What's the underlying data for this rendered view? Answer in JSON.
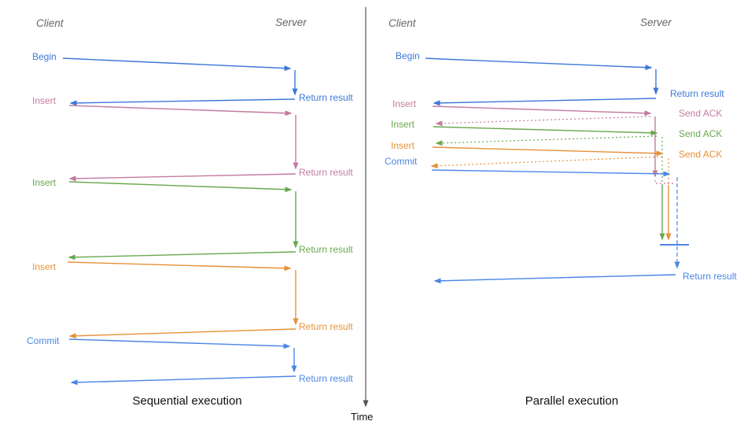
{
  "left": {
    "client": "Client",
    "server": "Server",
    "caption": "Sequential execution",
    "messages": [
      {
        "request": "Begin",
        "response": "Return result",
        "color": "#3c78d8"
      },
      {
        "request": "Insert",
        "response": "Return result",
        "color": "#c27ba0"
      },
      {
        "request": "Insert",
        "response": "Return result",
        "color": "#6aa84f"
      },
      {
        "request": "Insert",
        "response": "Return result",
        "color": "#e69138"
      },
      {
        "request": "Commit",
        "response": "Return result",
        "color": "#4a86e8"
      }
    ]
  },
  "right": {
    "client": "Client",
    "server": "Server",
    "caption": "Parallel execution",
    "messages": [
      {
        "request": "Begin",
        "response": "Return result",
        "color": "#3c78d8"
      },
      {
        "request": "Insert",
        "response": "Send ACK",
        "color": "#c27ba0"
      },
      {
        "request": "Insert",
        "response": "Send ACK",
        "color": "#6aa84f"
      },
      {
        "request": "Insert",
        "response": "Send ACK",
        "color": "#e69138"
      },
      {
        "request": "Commit",
        "response": "Return result",
        "color": "#4a86e8"
      }
    ]
  },
  "time_axis": {
    "label": "Time",
    "color": "#555555"
  },
  "colors": {
    "begin_blue": "#3c78d8",
    "commit_blue": "#4a86e8",
    "insert1_pink": "#c27ba0",
    "insert2_green": "#6aa84f",
    "insert3_orange": "#e69138",
    "header_gray": "#666666",
    "caption_black": "#111111"
  }
}
